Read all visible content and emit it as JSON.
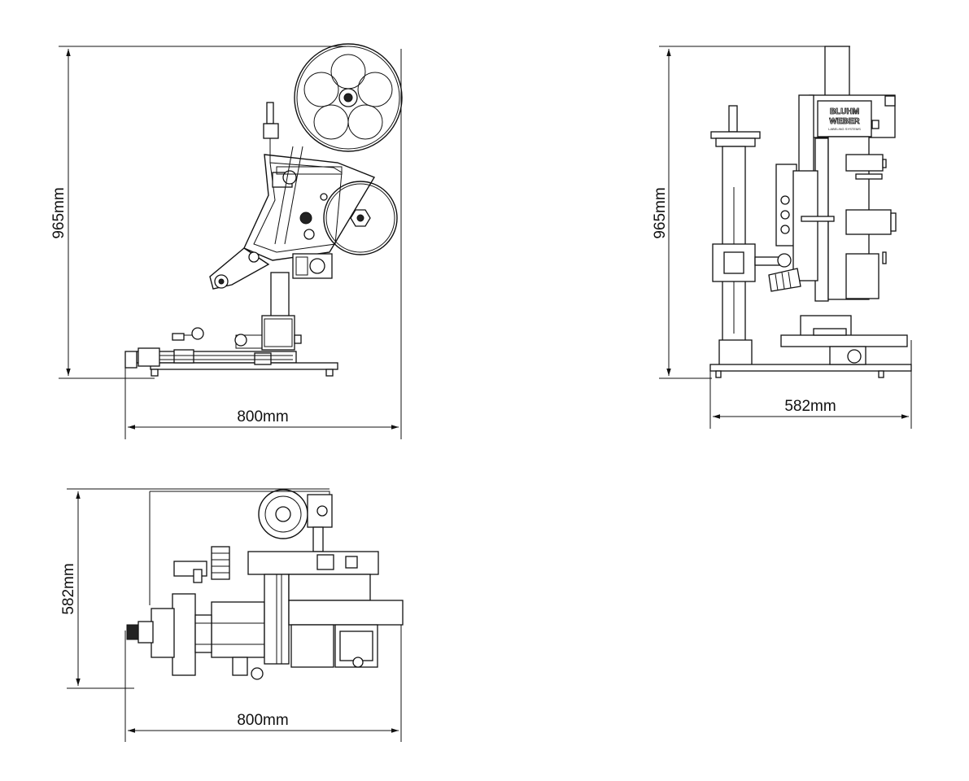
{
  "views": {
    "front": {
      "height_label": "965mm",
      "width_label": "800mm"
    },
    "side": {
      "height_label": "965mm",
      "width_label": "582mm",
      "brand_line1": "BLUHM",
      "brand_line2": "WEBER",
      "brand_line3": "LABELING SYSTEMS"
    },
    "top": {
      "height_label": "582mm",
      "width_label": "800mm"
    }
  },
  "colors": {
    "line": "#111111",
    "background": "#ffffff"
  }
}
